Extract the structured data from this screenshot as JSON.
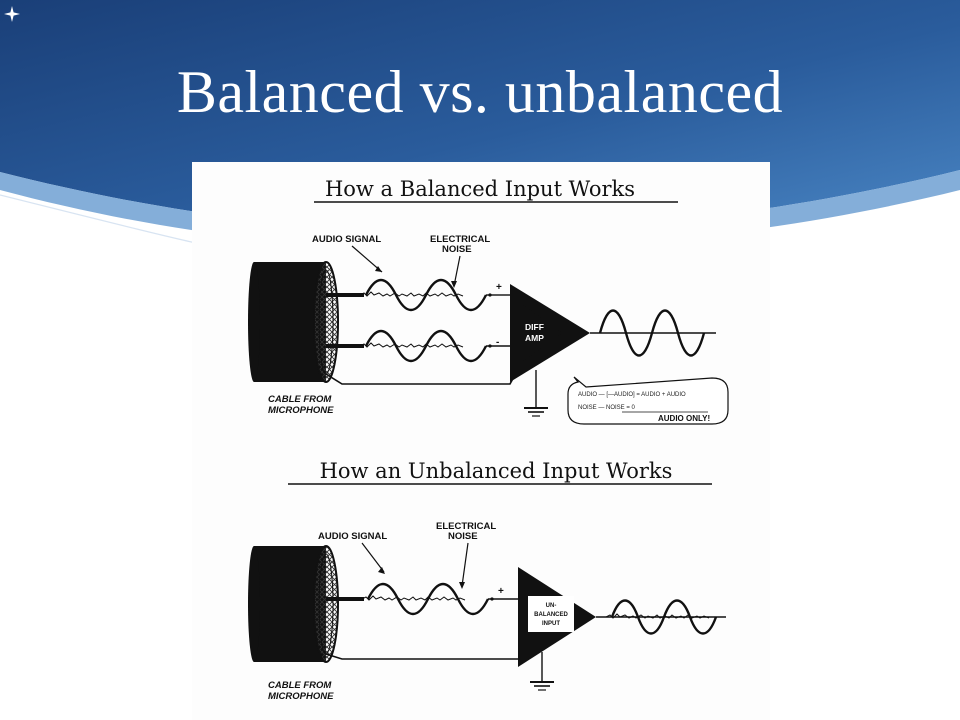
{
  "slide": {
    "title": "Balanced vs. unbalanced",
    "colors": {
      "header_dark": "#1e4a86",
      "header_light": "#3d78b8",
      "accent_curve": "#6fa0d2"
    },
    "bullet_icon": "four-point-star-icon"
  },
  "diagram": {
    "balanced": {
      "title": "How a Balanced Input Works",
      "audio_signal_label": "AUDIO SIGNAL",
      "noise_label_line1": "ELECTRICAL",
      "noise_label_line2": "NOISE",
      "plus_sign": "+",
      "minus_sign": "-",
      "amp_line1": "DIFF",
      "amp_line2": "AMP",
      "cable_line1": "CABLE FROM",
      "cable_line2": "MICROPHONE",
      "formula_line1": "AUDIO — [—AUDIO] = AUDIO + AUDIO",
      "formula_line2": "NOISE — NOISE =            0",
      "formula_result": "AUDIO ONLY!"
    },
    "unbalanced": {
      "title": "How an Unbalanced Input Works",
      "audio_signal_label": "AUDIO SIGNAL",
      "noise_label_line1": "ELECTRICAL",
      "noise_label_line2": "NOISE",
      "plus_sign": "+",
      "amp_line1": "UN-",
      "amp_line2": "BALANCED",
      "amp_line3": "INPUT",
      "cable_line1": "CABLE FROM",
      "cable_line2": "MICROPHONE"
    }
  }
}
